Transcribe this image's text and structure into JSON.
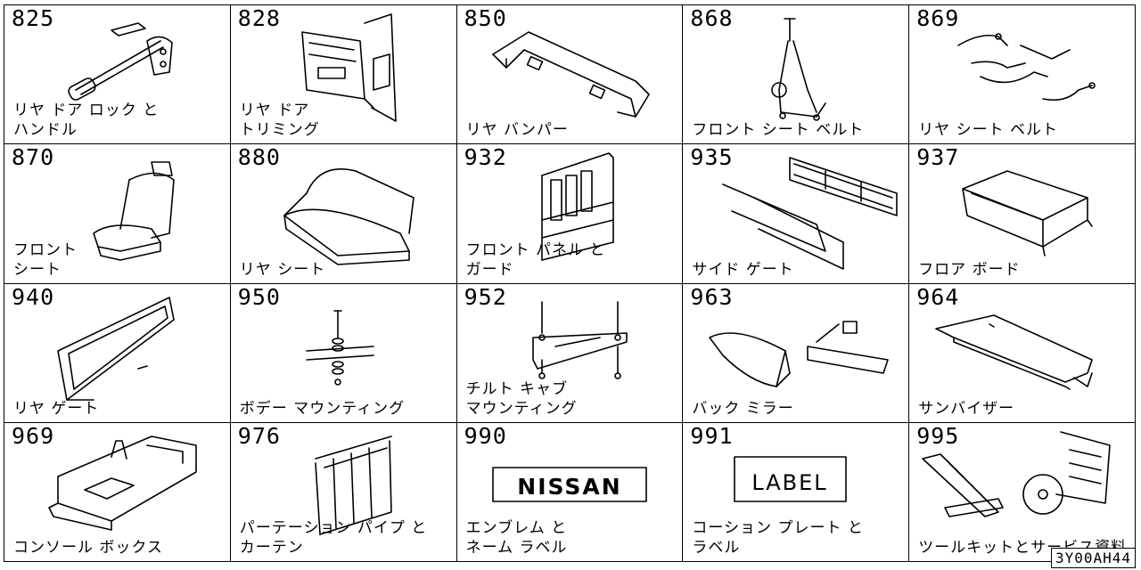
{
  "cells": [
    {
      "num": "825",
      "label": "リヤ ドア ロック と\nハンドル",
      "icon": "door-lock-handle-icon"
    },
    {
      "num": "828",
      "label": "リヤ ドア\nトリミング",
      "icon": "door-trim-icon"
    },
    {
      "num": "850",
      "label": "リヤ バンパー",
      "icon": "rear-bumper-icon"
    },
    {
      "num": "868",
      "label": "フロント シート ベルト",
      "icon": "front-seat-belt-icon"
    },
    {
      "num": "869",
      "label": "リヤ シート ベルト",
      "icon": "rear-seat-belt-icon"
    },
    {
      "num": "870",
      "label": "フロント\nシート",
      "icon": "front-seat-icon"
    },
    {
      "num": "880",
      "label": "リヤ シート",
      "icon": "rear-seat-icon"
    },
    {
      "num": "932",
      "label": "フロント パネル と\nガード",
      "icon": "front-panel-guard-icon"
    },
    {
      "num": "935",
      "label": "サイド ゲート",
      "icon": "side-gate-icon"
    },
    {
      "num": "937",
      "label": "フロア ボード",
      "icon": "floor-board-icon"
    },
    {
      "num": "940",
      "label": "リヤ ゲート",
      "icon": "rear-gate-icon"
    },
    {
      "num": "950",
      "label": "ボデー マウンティング",
      "icon": "body-mounting-icon"
    },
    {
      "num": "952",
      "label": "チルト キャブ\nマウンティング",
      "icon": "tilt-cab-mounting-icon"
    },
    {
      "num": "963",
      "label": "バック ミラー",
      "icon": "back-mirror-icon"
    },
    {
      "num": "964",
      "label": "サンバイザー",
      "icon": "sun-visor-icon"
    },
    {
      "num": "969",
      "label": "コンソール ボックス",
      "icon": "console-box-icon"
    },
    {
      "num": "976",
      "label": "パーテーション パイプ と\nカーテン",
      "icon": "partition-curtain-icon"
    },
    {
      "num": "990",
      "label": "エンブレム と\nネーム ラベル",
      "icon": "emblem-icon",
      "art_text": "NISSAN"
    },
    {
      "num": "991",
      "label": "コーション プレート と\nラベル",
      "icon": "label-plate-icon",
      "art_text": "LABEL"
    },
    {
      "num": "995",
      "label": "ツールキットとサービス資料",
      "icon": "toolkit-service-icon"
    }
  ],
  "diagram_code": "3Y00AH44"
}
